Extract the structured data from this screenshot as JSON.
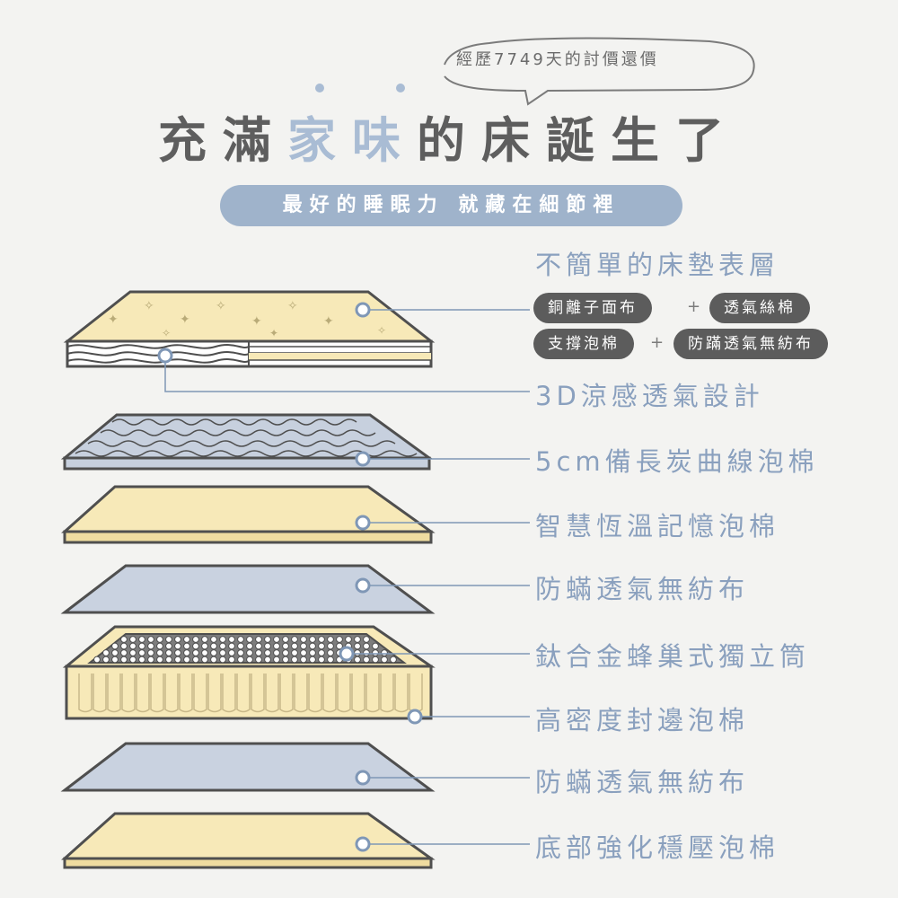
{
  "bubble": {
    "text": "經歷7749天的討價還價"
  },
  "title": {
    "part1": "充滿",
    "accent": "家味",
    "part2": "的床誕生了"
  },
  "subtitle": "最好的睡眠力 就藏在細節裡",
  "top_layer": {
    "label": "不簡單的床墊表層",
    "components": [
      "銅離子面布",
      "透氣絲棉",
      "支撐泡棉",
      "防蹣透氣無紡布"
    ],
    "plus": "+"
  },
  "layers": [
    {
      "label": "3D涼感透氣設計"
    },
    {
      "label": "5cm備長炭曲線泡棉"
    },
    {
      "label": "智慧恆溫記憶泡棉"
    },
    {
      "label": "防蟎透氣無紡布"
    },
    {
      "label": "鈦合金蜂巢式獨立筒"
    },
    {
      "label": "高密度封邊泡棉"
    },
    {
      "label": "防蟎透氣無紡布"
    },
    {
      "label": "底部強化穩壓泡棉"
    }
  ],
  "colors": {
    "accent_blue": "#a9bcd4",
    "label_blue": "#8aa0be",
    "cream": "#f7e9b8",
    "gray_blue": "#c9d2e0",
    "outline": "#4f4f4f"
  }
}
